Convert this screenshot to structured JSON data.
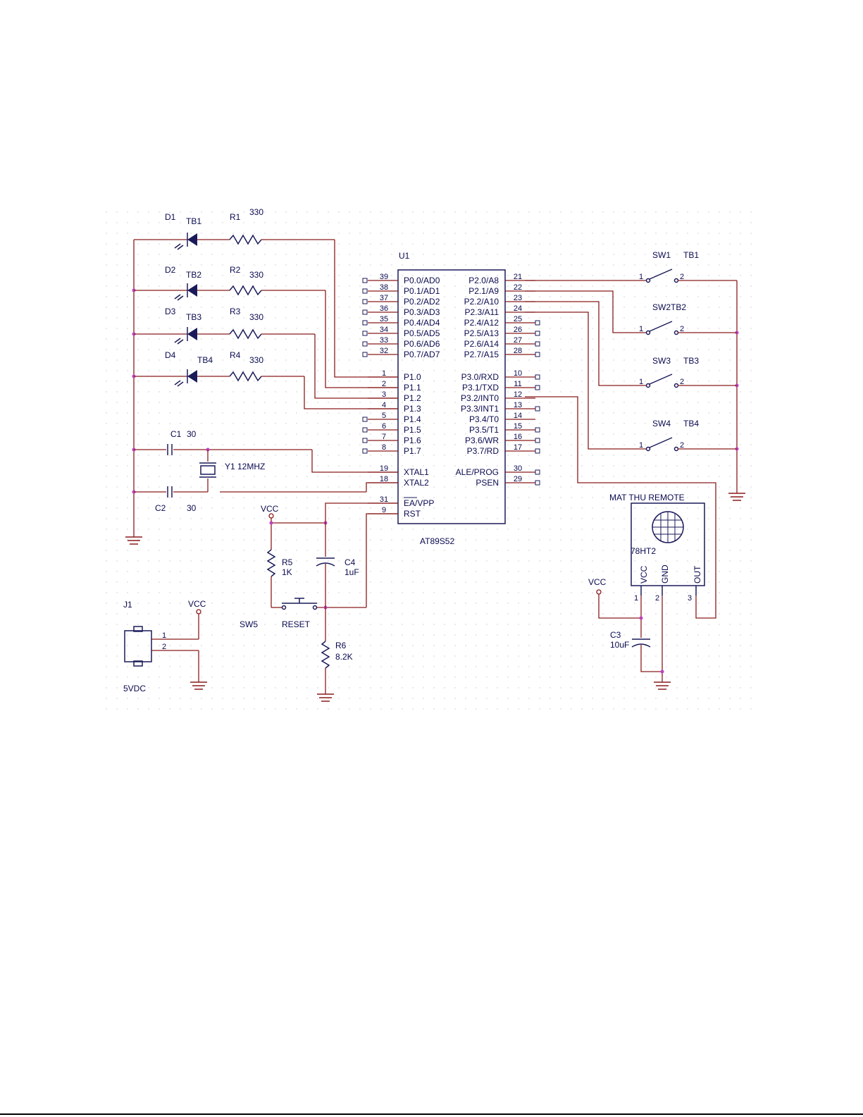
{
  "labels": {
    "d1": "D1",
    "tb1": "TB1",
    "r1": "R1",
    "r1_val": "330",
    "d2": "D2",
    "tb2": "TB2",
    "r2": "R2",
    "r2_val": "330",
    "d3": "D3",
    "tb3": "TB3",
    "r3": "R3",
    "r3_val": "330",
    "d4": "D4",
    "tb4": "TB4",
    "r4": "R4",
    "r4_val": "330",
    "c1": "C1",
    "c1_val": "30",
    "c2": "C2",
    "c2_val": "30",
    "y1": "Y1 12MHZ",
    "u1": "U1",
    "u1_part": "AT89S52",
    "vcc_reset": "VCC",
    "r5": "R5",
    "r5_val": "1K",
    "c4": "C4",
    "c4_val": "1uF",
    "sw5": "SW5",
    "reset": "RESET",
    "r6": "R6",
    "r6_val": "8.2K",
    "j1": "J1",
    "j1_vcc": "VCC",
    "j1_pin1": "1",
    "j1_pin2": "2",
    "j1_val": "5VDC",
    "sw1": "SW1",
    "sw1_tb": "TB1",
    "sw2": "SW2TB2",
    "sw3": "SW3",
    "sw3_tb": "TB3",
    "sw4": "SW4",
    "sw4_tb": "TB4",
    "sw_pin1": "1",
    "sw_pin2": "2",
    "ir_title": "MAT THU REMOTE",
    "ir_part": "78HT2",
    "ir_vcc_pin": "VCC",
    "ir_gnd_pin": "GND",
    "ir_out_pin": "OUT",
    "ir_pin1": "1",
    "ir_pin2": "2",
    "ir_pin3": "3",
    "ir_vcc": "VCC",
    "c3": "C3",
    "c3_val": "10uF"
  },
  "left_pins": [
    {
      "num": "39",
      "name": "P0.0/AD0"
    },
    {
      "num": "38",
      "name": "P0.1/AD1"
    },
    {
      "num": "37",
      "name": "P0.2/AD2"
    },
    {
      "num": "36",
      "name": "P0.3/AD3"
    },
    {
      "num": "35",
      "name": "P0.4/AD4"
    },
    {
      "num": "34",
      "name": "P0.5/AD5"
    },
    {
      "num": "33",
      "name": "P0.6/AD6"
    },
    {
      "num": "32",
      "name": "P0.7/AD7"
    },
    {
      "num": "1",
      "name": "P1.0"
    },
    {
      "num": "2",
      "name": "P1.1"
    },
    {
      "num": "3",
      "name": "P1.2"
    },
    {
      "num": "4",
      "name": "P1.3"
    },
    {
      "num": "5",
      "name": "P1.4"
    },
    {
      "num": "6",
      "name": "P1.5"
    },
    {
      "num": "7",
      "name": "P1.6"
    },
    {
      "num": "8",
      "name": "P1.7"
    },
    {
      "num": "19",
      "name": "XTAL1"
    },
    {
      "num": "18",
      "name": "XTAL2"
    },
    {
      "num": "31",
      "name": "EA/VPP"
    },
    {
      "num": "9",
      "name": "RST"
    }
  ],
  "right_pins": [
    {
      "num": "21",
      "name": "P2.0/A8"
    },
    {
      "num": "22",
      "name": "P2.1/A9"
    },
    {
      "num": "23",
      "name": "P2.2/A10"
    },
    {
      "num": "24",
      "name": "P2.3/A11"
    },
    {
      "num": "25",
      "name": "P2.4/A12"
    },
    {
      "num": "26",
      "name": "P2.5/A13"
    },
    {
      "num": "27",
      "name": "P2.6/A14"
    },
    {
      "num": "28",
      "name": "P2.7/A15"
    },
    {
      "num": "10",
      "name": "P3.0/RXD"
    },
    {
      "num": "11",
      "name": "P3.1/TXD"
    },
    {
      "num": "12",
      "name": "P3.2/INT0"
    },
    {
      "num": "13",
      "name": "P3.3/INT1"
    },
    {
      "num": "14",
      "name": "P3.4/T0"
    },
    {
      "num": "15",
      "name": "P3.5/T1"
    },
    {
      "num": "16",
      "name": "P3.6/WR"
    },
    {
      "num": "17",
      "name": "P3.7/RD"
    },
    {
      "num": "30",
      "name": "ALE/PROG"
    },
    {
      "num": "29",
      "name": "PSEN"
    }
  ]
}
